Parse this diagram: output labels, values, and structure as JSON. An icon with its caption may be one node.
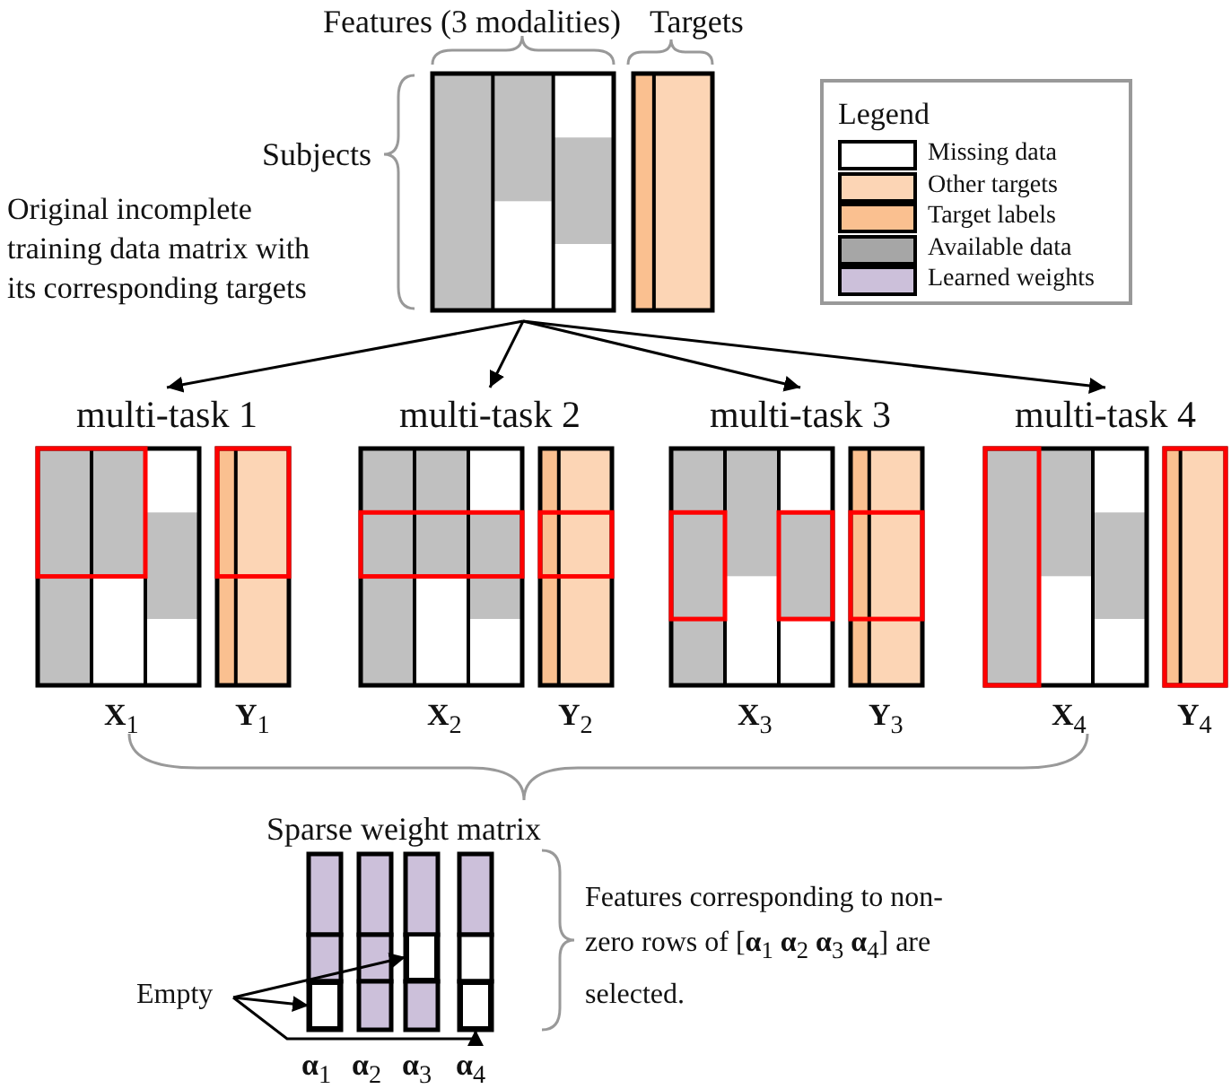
{
  "diagram": {
    "nodes": [
      {
        "text": [],
        "shape": "box",
        "beside": [
          "Features (3 modalities)",
          "Subjects",
          "Original incomplete training data matrix with its corresponding targets"
        ]
      },
      {
        "text": [],
        "shape": "box",
        "beside": [
          "Targets"
        ]
      },
      {
        "text": [
          "multi-task 1"
        ],
        "beside": [
          "**X**$_{1}$",
          "**Y**$_{1}$"
        ]
      },
      {
        "text": [
          "multi-task 2"
        ],
        "beside": [
          "**X**$_{2}$",
          "**Y**$_{2}$"
        ]
      },
      {
        "text": [
          "multi-task 3"
        ],
        "beside": [
          "**X**$_{3}$",
          "**Y**$_{3}$"
        ]
      },
      {
        "text": [
          "multi-task 4"
        ],
        "beside": [
          "**X**$_{4}$",
          "**Y**$_{4}$"
        ]
      },
      {
        "text": [
          "Sparse weight matrix"
        ],
        "beside": [
          "Features corresponding to non-zero rows of [**α**$_{1}$ **α**$_{2}$ **α**$_{3}$ **α**$_{4}$] are selected."
        ]
      },
      {
        "text": [
          "Empty"
        ]
      },
      {
        "text": [],
        "shape": "box",
        "in": 6
      },
      {
        "text": [],
        "shape": "box",
        "in": 6
      },
      {
        "text": [],
        "shape": "box",
        "in": 6
      }
    ],
    "edges": [
      {
        "from": 0,
        "to": 2,
        "arrow": "to"
      },
      {
        "from": 0,
        "to": 3,
        "arrow": "to"
      },
      {
        "from": 0,
        "to": 4,
        "arrow": "to"
      },
      {
        "from": 0,
        "to": 5,
        "arrow": "to"
      },
      {
        "from": 7,
        "to": 8,
        "arrow": "to"
      },
      {
        "from": 7,
        "to": 9,
        "arrow": "to"
      },
      {
        "from": 7,
        "to": 10,
        "arrow": "to"
      }
    ],
    "labels": [
      "Legend",
      "**α**$_{1}$",
      "**α**$_{2}$",
      "**α**$_{3}$",
      "**α**$_{4}$"
    ],
    "legend": [
      {
        "text": "Missing data",
        "color": "#ffffff"
      },
      {
        "text": "Other targets",
        "color": "#fcd5b5"
      },
      {
        "text": "Target labels",
        "color": "#fac090"
      },
      {
        "text": "Available data",
        "color": "#a6a6a6"
      },
      {
        "text": "Learned weights",
        "color": "#ccc0da"
      }
    ]
  }
}
